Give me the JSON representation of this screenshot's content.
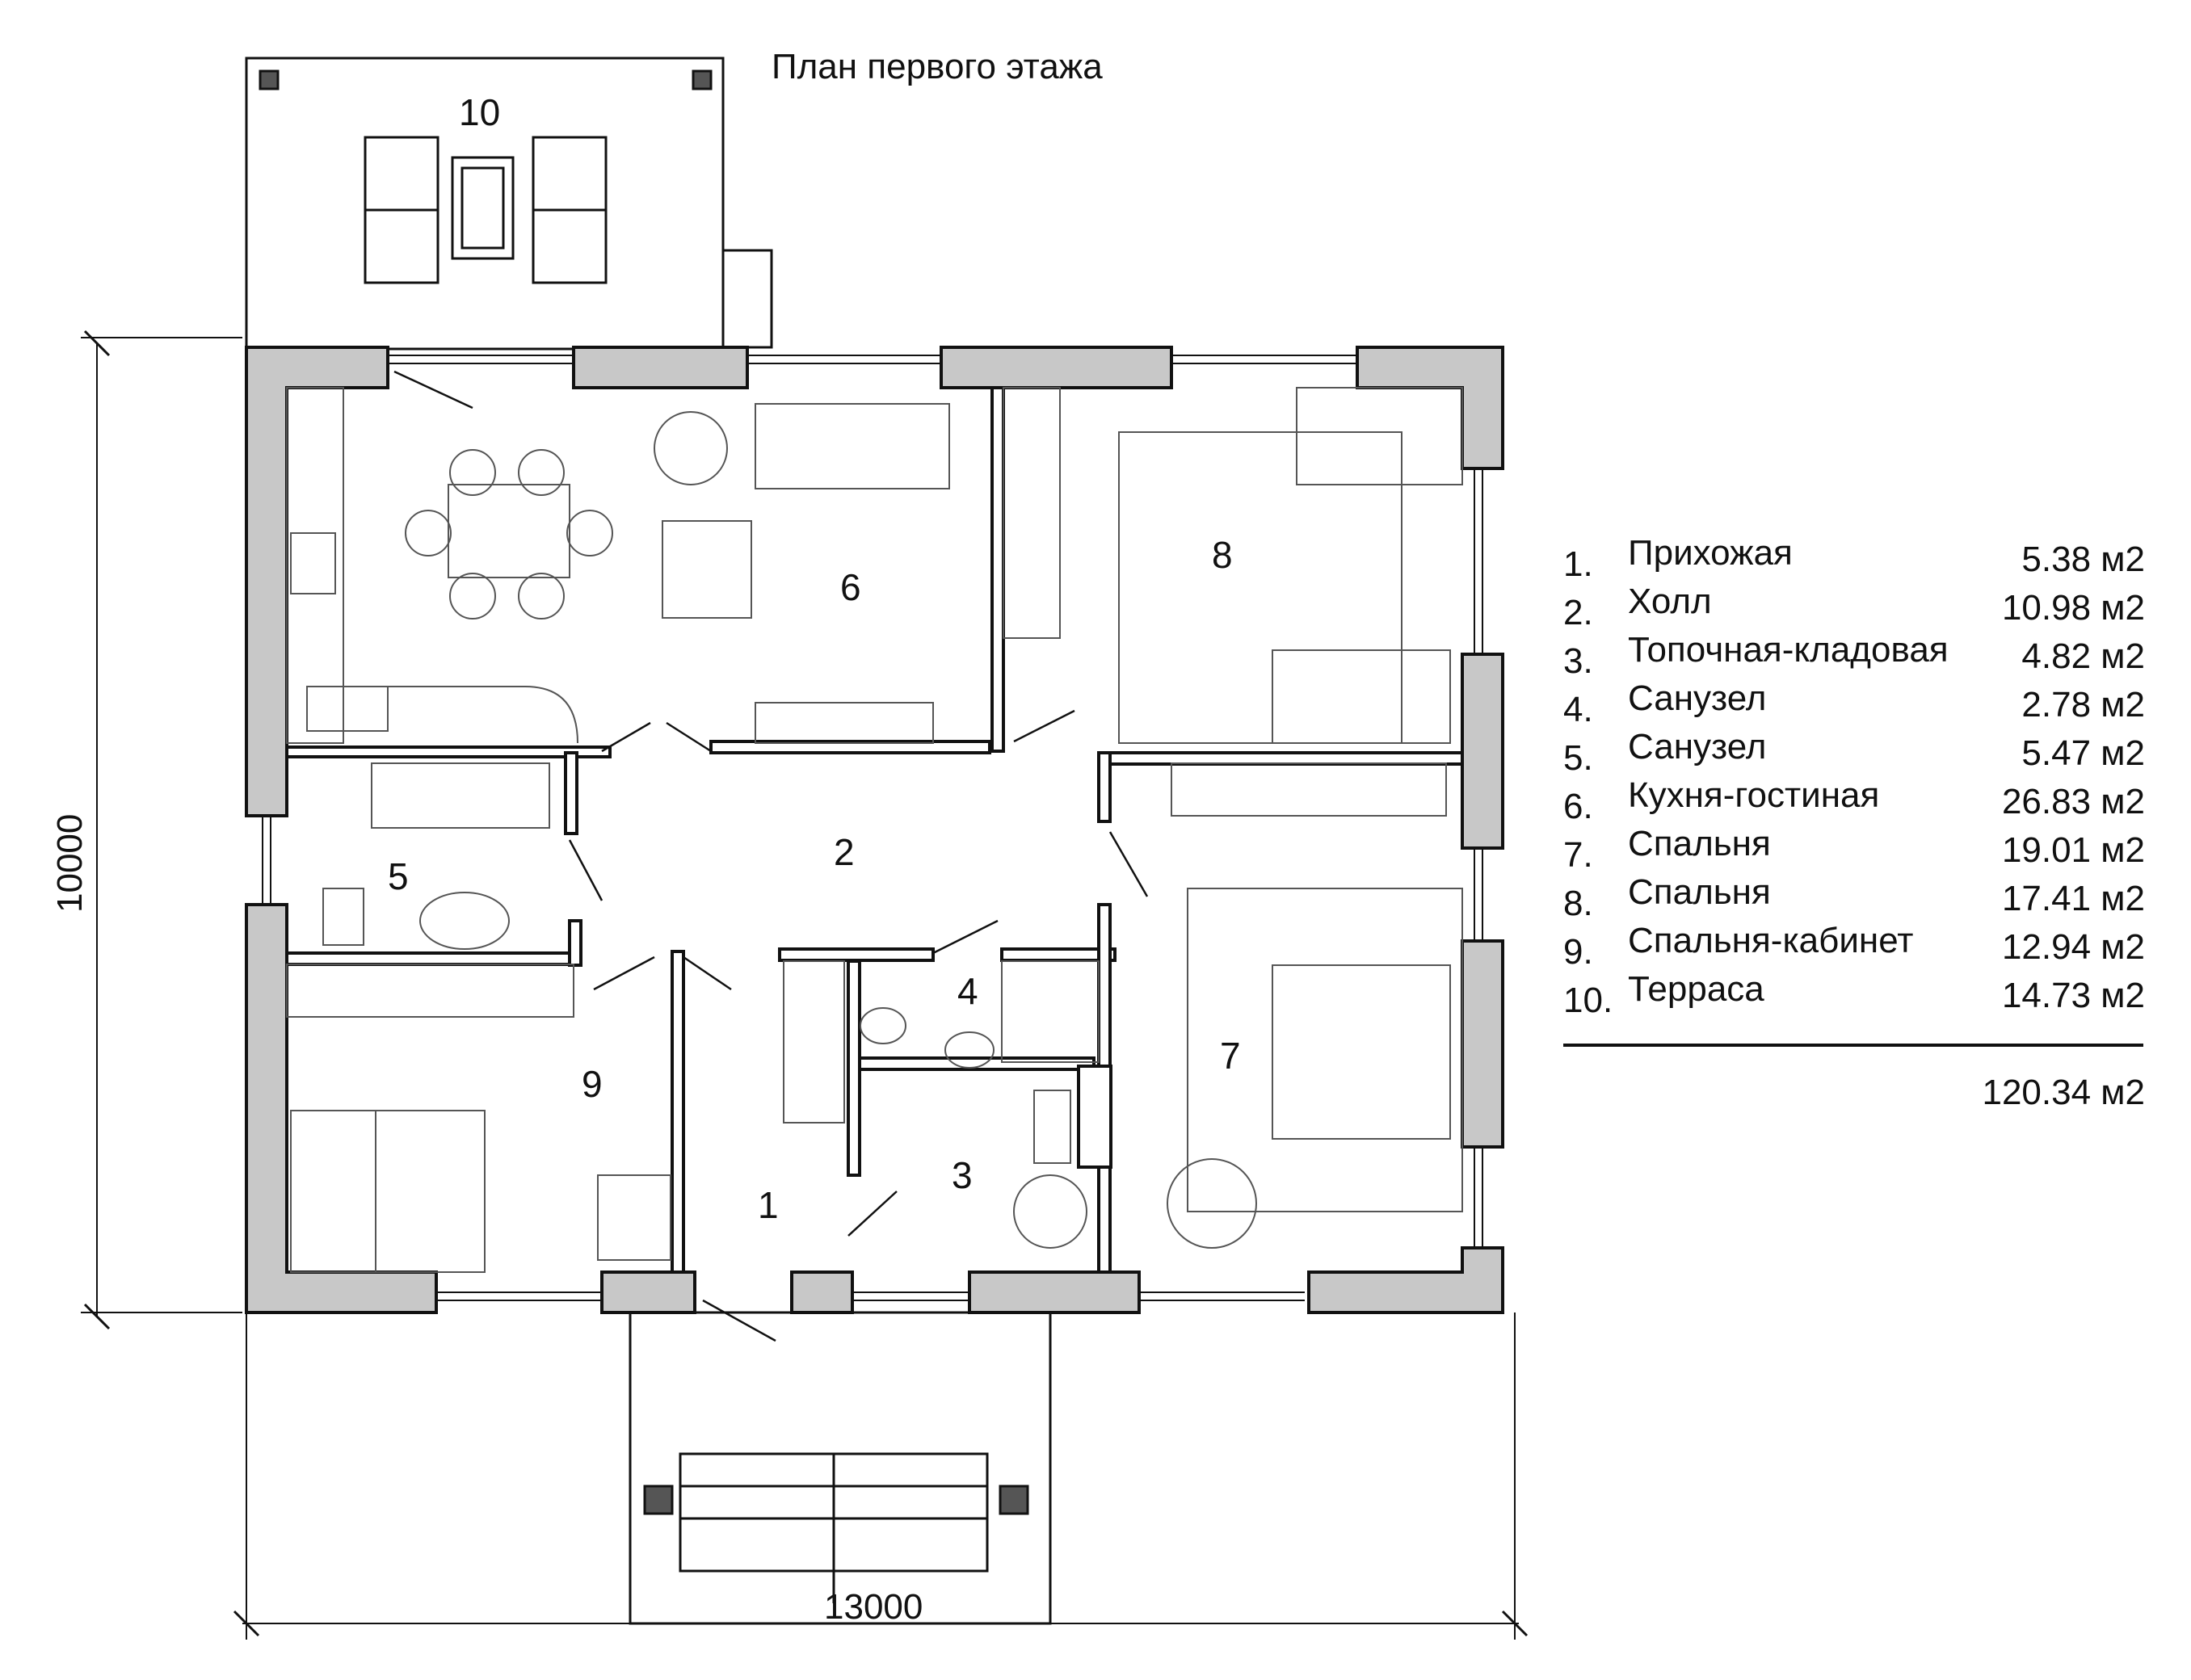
{
  "title": "План первого этажа",
  "rooms": [
    {
      "num": "1.",
      "name": "Прихожая",
      "area": "5.38 м2"
    },
    {
      "num": "2.",
      "name": "Холл",
      "area": "10.98 м2"
    },
    {
      "num": "3.",
      "name": "Топочная-кладовая",
      "area": "4.82 м2"
    },
    {
      "num": "4.",
      "name": "Санузел",
      "area": "2.78 м2"
    },
    {
      "num": "5.",
      "name": "Санузел",
      "area": "5.47 м2"
    },
    {
      "num": "6.",
      "name": "Кухня-гостиная",
      "area": "26.83 м2"
    },
    {
      "num": "7.",
      "name": "Спальня",
      "area": "19.01 м2"
    },
    {
      "num": "8.",
      "name": "Спальня",
      "area": "17.41 м2"
    },
    {
      "num": "9.",
      "name": "Спальня-кабинет",
      "area": "12.94 м2"
    },
    {
      "num": "10.",
      "name": "Терраса",
      "area": "14.73 м2"
    }
  ],
  "total_area": "120.34 м2",
  "dimensions": {
    "width": "13000",
    "height": "10000"
  },
  "room_labels": [
    "1",
    "2",
    "3",
    "4",
    "5",
    "6",
    "7",
    "8",
    "9",
    "10"
  ],
  "colors": {
    "wall_fill": "#c8c8c8",
    "line": "#111111"
  }
}
